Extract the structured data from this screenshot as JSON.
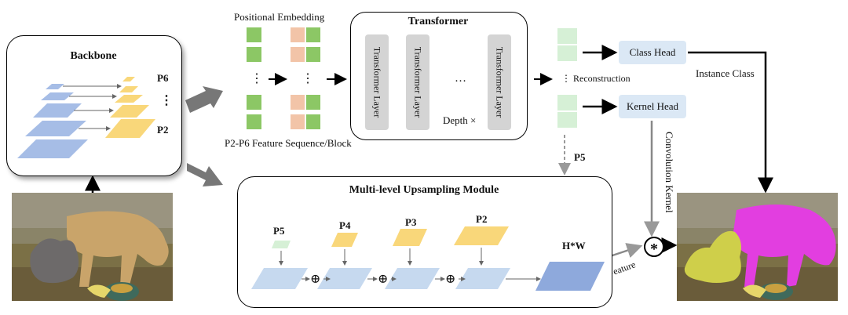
{
  "backbone": {
    "title": "Backbone",
    "p6": "P6",
    "dots": "⋮",
    "p2": "P2"
  },
  "embedding": {
    "positional_label": "Positional Embedding",
    "sequence_label": "P2-P6 Feature Sequence/Block",
    "dots": "⋮"
  },
  "transformer": {
    "title": "Transformer",
    "layer_label": "Transformer Layer",
    "hdots": "…",
    "depth_label": "Depth ×"
  },
  "right": {
    "reconstruction": "⋮ Reconstruction",
    "class_head": "Class Head",
    "kernel_head": "Kernel Head",
    "instance_class": "Instance Class",
    "p5": "P5",
    "convolution_kernel": "Convolution Kernel",
    "feature": "Feature",
    "conv_symbol": "*"
  },
  "upsampling": {
    "title": "Multi-level Upsampling Module",
    "p5": "P5",
    "p4": "P4",
    "p3": "P3",
    "p2": "P2",
    "hw": "H*W",
    "plus": "⊕"
  },
  "colors": {
    "blue": "#a6bde6",
    "yellow": "#f9d77a",
    "green": "#8cc765",
    "salmon": "#f2c4a8",
    "light_green": "#d6f0d6",
    "light_blue": "#c6d9ef",
    "hw_blue": "#8ea9dc",
    "head_blue": "#dbe8f5",
    "magenta": "#e23ee0",
    "olive": "#cfcf4a",
    "arrow_gray": "#777777"
  }
}
